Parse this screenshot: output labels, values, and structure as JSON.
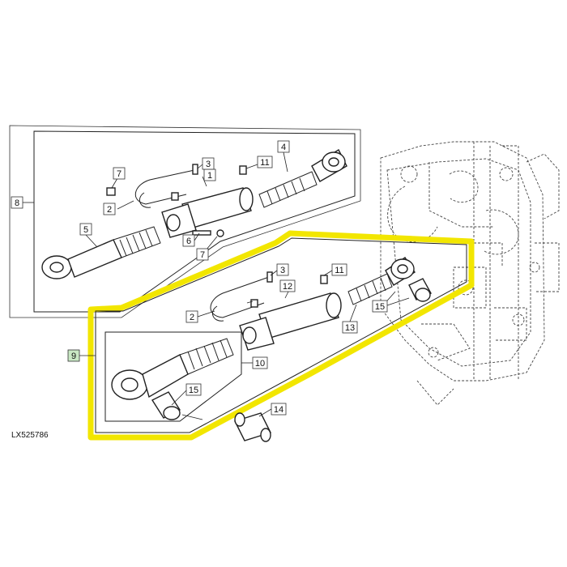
{
  "diagram": {
    "figure_code": "LX525786",
    "highlight_color": "#f2e600",
    "callout_highlight_color": "#c9e8c4",
    "callouts": {
      "c1": "1",
      "c2a": "2",
      "c2b": "2",
      "c3a": "3",
      "c3b": "3",
      "c4": "4",
      "c5": "5",
      "c6": "6",
      "c7a": "7",
      "c7b": "7",
      "c8": "8",
      "c9": "9",
      "c10": "10",
      "c11a": "11",
      "c11b": "11",
      "c12": "12",
      "c13": "13",
      "c14": "14",
      "c15a": "15",
      "c15b": "15"
    }
  }
}
